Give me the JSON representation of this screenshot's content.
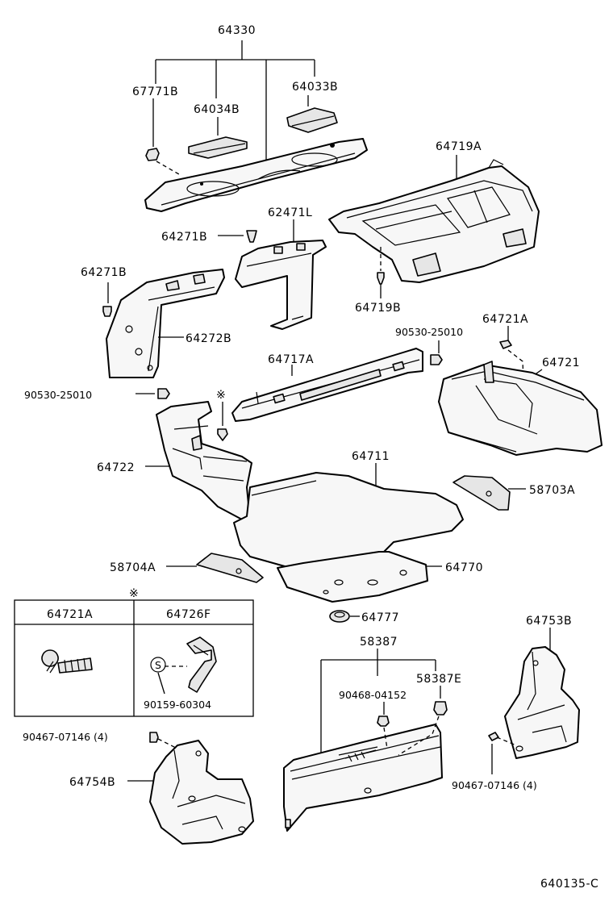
{
  "labels": {
    "p64330": "64330",
    "p67771B": "67771B",
    "p64034B": "64034B",
    "p64033B": "64033B",
    "p64719A": "64719A",
    "p62471L": "62471L",
    "p64271B_a": "64271B",
    "p64271B_b": "64271B",
    "p64719B": "64719B",
    "p64272B": "64272B",
    "p90530_a": "90530-25010",
    "p64721A": "64721A",
    "p64721": "64721",
    "p64717A": "64717A",
    "p90530_b": "90530-25010",
    "mark_a": "※",
    "p64722": "64722",
    "p64711": "64711",
    "p58703A": "58703A",
    "p58704A": "58704A",
    "p64770": "64770",
    "mark_b": "※",
    "p64777": "64777",
    "p58387": "58387",
    "p64753B": "64753B",
    "p90468": "90468-04152",
    "p58387E": "58387E",
    "p90467_a": "90467-07146 (4)",
    "p90467_b": "90467-07146 (4)",
    "p64754B": "64754B",
    "footer": "640135-C"
  },
  "inset": {
    "col1": "64721A",
    "col2": "64726F",
    "sub": "90159-60304",
    "s_mark": "S"
  }
}
